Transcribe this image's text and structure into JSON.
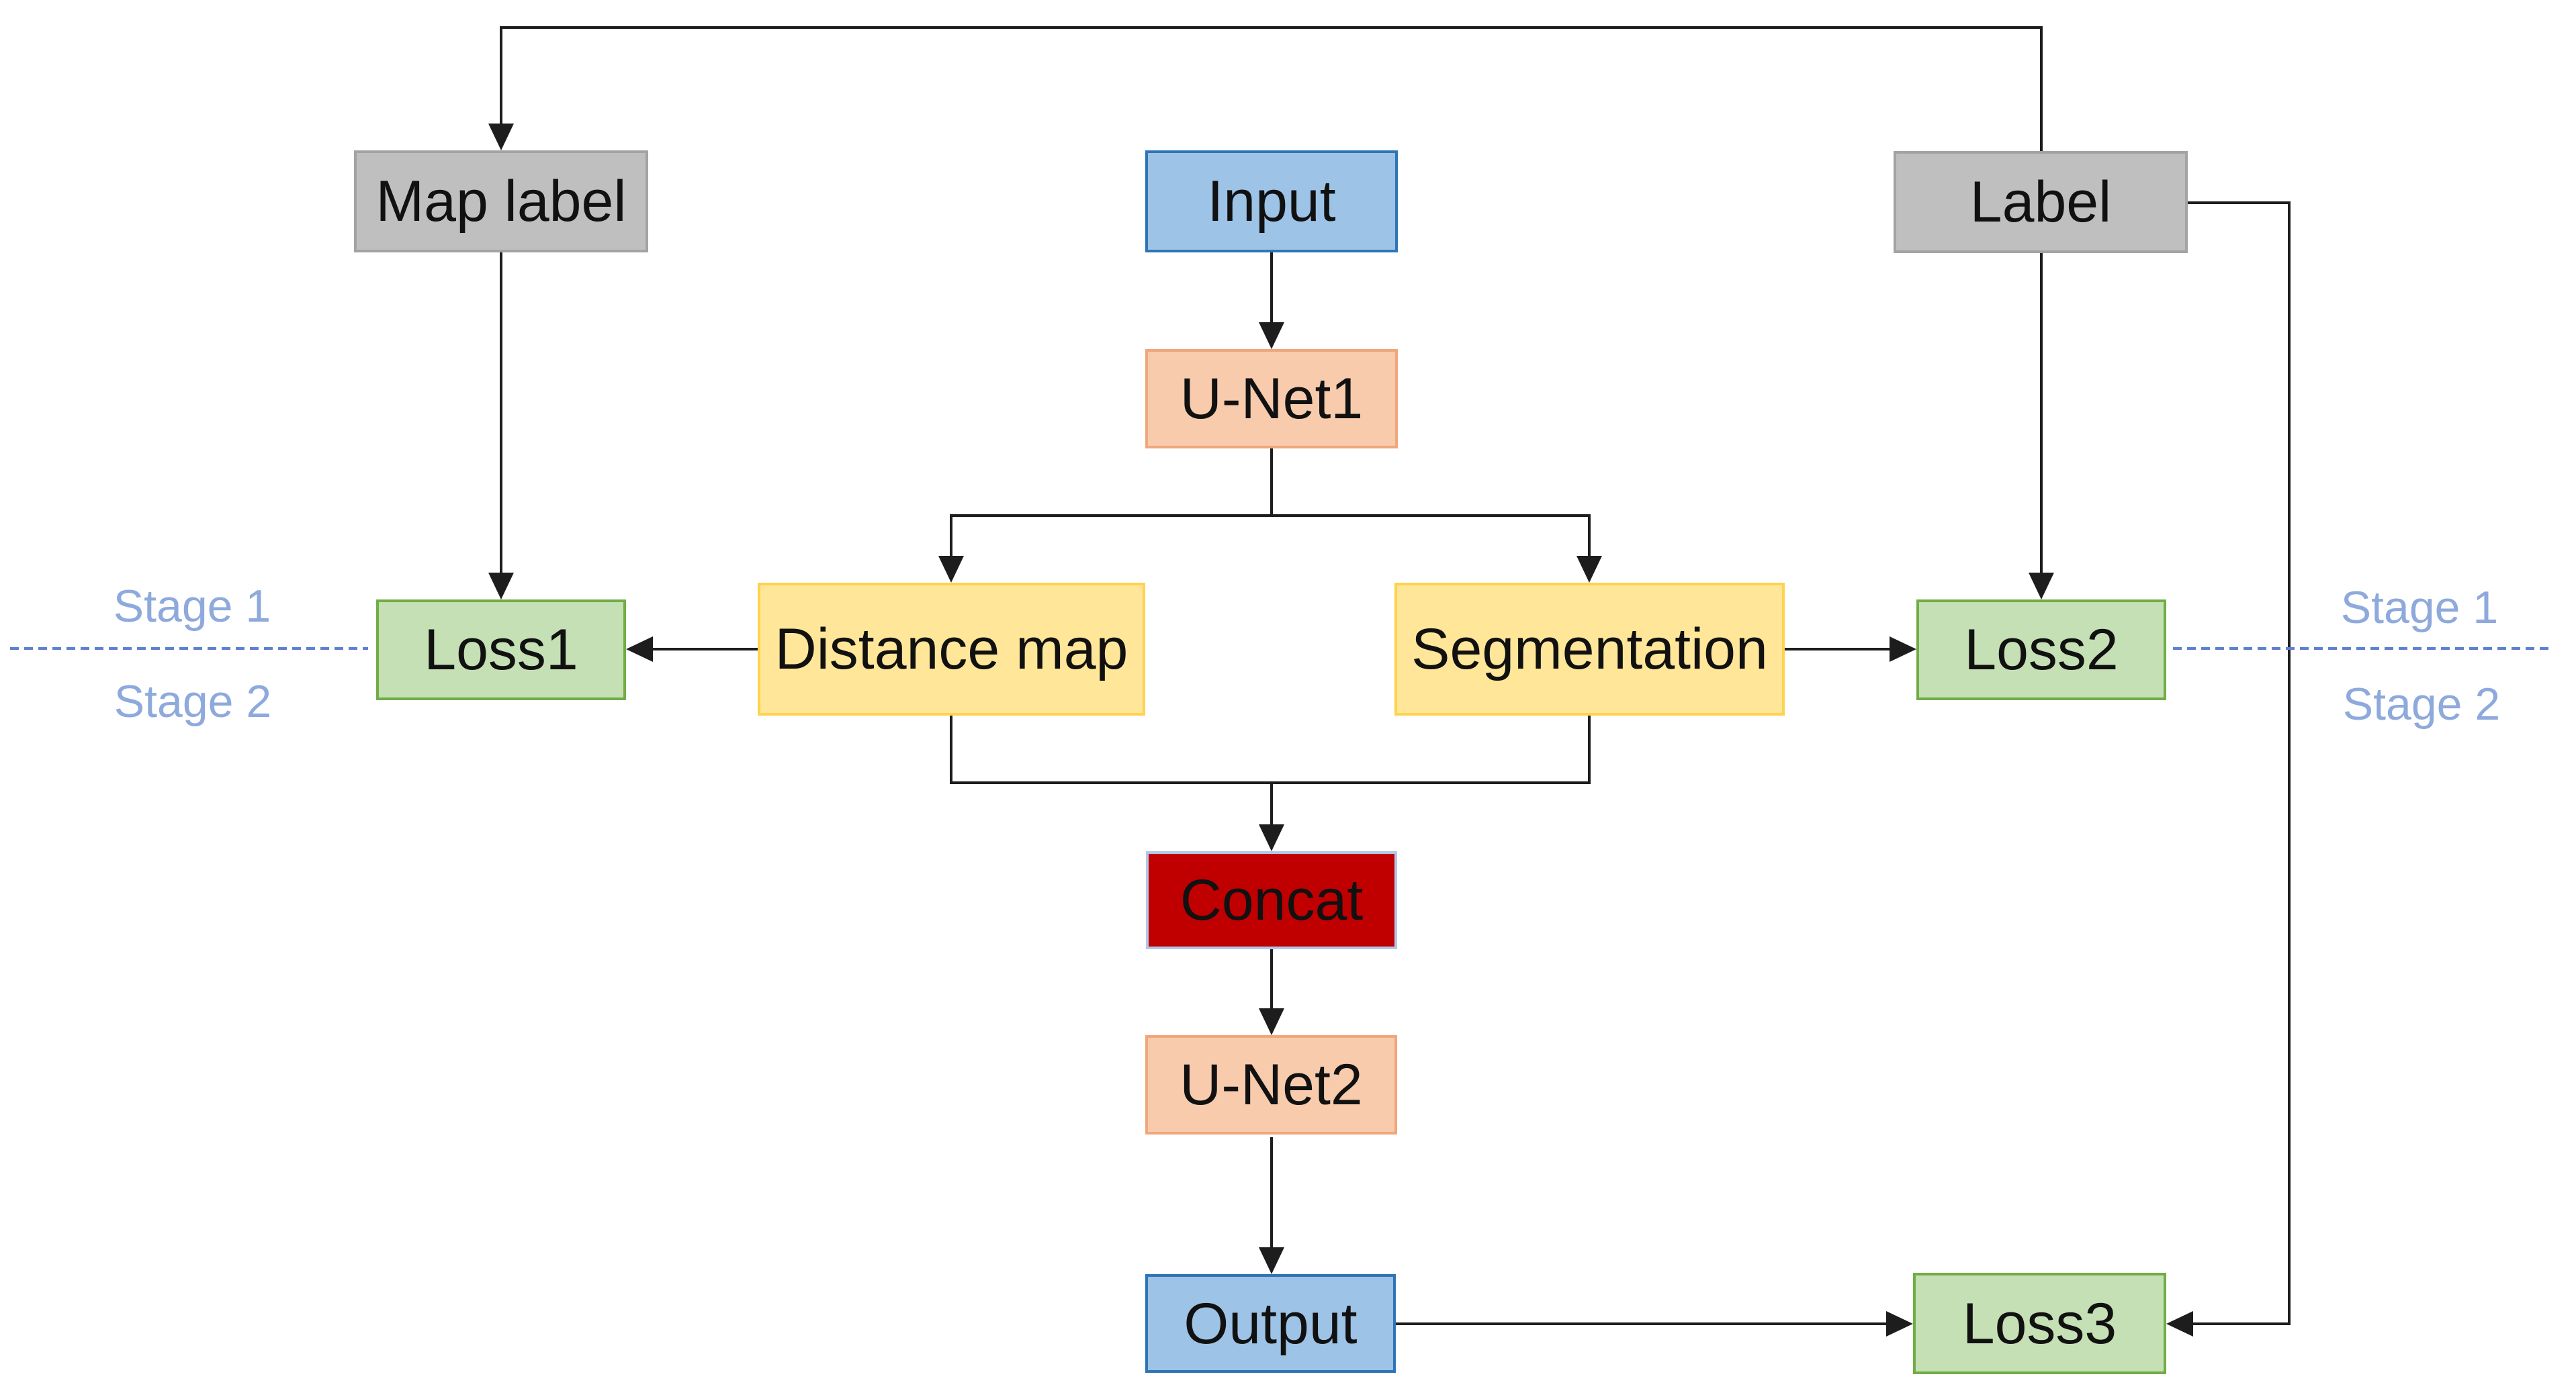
{
  "diagram": {
    "background": "#ffffff",
    "line_color": "#1d1d1d",
    "nodes": {
      "map_label": {
        "label": "Map label",
        "fill": "#bfbfbf",
        "border": "#a3a3a3"
      },
      "input": {
        "label": "Input",
        "fill": "#9dc3e6",
        "border": "#2e75b6"
      },
      "label": {
        "label": "Label",
        "fill": "#bfbfbf",
        "border": "#a3a3a3"
      },
      "unet1": {
        "label": "U-Net1",
        "fill": "#f8cbad",
        "border": "#efa77b"
      },
      "distance_map": {
        "label": "Distance map",
        "fill": "#ffe699",
        "border": "#ffd24f"
      },
      "segmentation": {
        "label": "Segmentation",
        "fill": "#ffe699",
        "border": "#ffd24f"
      },
      "loss1": {
        "label": "Loss1",
        "fill": "#c5e0b4",
        "border": "#70ad47"
      },
      "loss2": {
        "label": "Loss2",
        "fill": "#c5e0b4",
        "border": "#70ad47"
      },
      "concat": {
        "label": "Concat",
        "fill": "#c00000",
        "border": "#b4c7e7"
      },
      "unet2": {
        "label": "U-Net2",
        "fill": "#f8cbad",
        "border": "#efa77b"
      },
      "output": {
        "label": "Output",
        "fill": "#9dc3e6",
        "border": "#2e75b6"
      },
      "loss3": {
        "label": "Loss3",
        "fill": "#c5e0b4",
        "border": "#70ad47"
      }
    },
    "stage_divider": {
      "color": "#5c7fd0",
      "style": "dashed"
    },
    "stage_labels": {
      "text_color": "#8ea9dc",
      "left_top": "Stage 1",
      "left_bottom": "Stage 2",
      "right_top": "Stage 1",
      "right_bottom": "Stage 2"
    },
    "edges": [
      {
        "from": "label",
        "to": "map_label",
        "route": "over-top"
      },
      {
        "from": "map_label",
        "to": "loss1"
      },
      {
        "from": "input",
        "to": "unet1"
      },
      {
        "from": "unet1",
        "to": "distance_map"
      },
      {
        "from": "unet1",
        "to": "segmentation"
      },
      {
        "from": "distance_map",
        "to": "loss1"
      },
      {
        "from": "segmentation",
        "to": "loss2"
      },
      {
        "from": "label",
        "to": "loss2"
      },
      {
        "from": "distance_map",
        "to": "concat"
      },
      {
        "from": "segmentation",
        "to": "concat"
      },
      {
        "from": "concat",
        "to": "unet2"
      },
      {
        "from": "unet2",
        "to": "output"
      },
      {
        "from": "output",
        "to": "loss3"
      },
      {
        "from": "label",
        "to": "loss3",
        "route": "right-side"
      }
    ]
  }
}
